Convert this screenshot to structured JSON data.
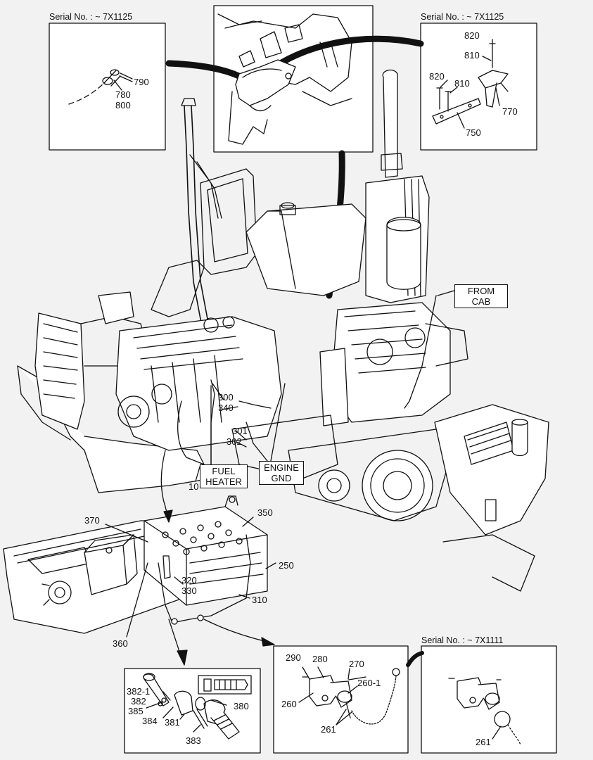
{
  "insets": {
    "top_left": {
      "serial": "Serial No. : ~ 7X1125"
    },
    "top_right": {
      "serial": "Serial No. : ~ 7X1125"
    },
    "bottom_right": {
      "serial": "Serial No. : ~ 7X1111"
    }
  },
  "callouts": {
    "from_cab": "FROM CAB",
    "fuel_heater_1": "FUEL",
    "fuel_heater_2": "HEATER",
    "engine_gnd_1": "ENGINE",
    "engine_gnd_2": "GND"
  },
  "parts": {
    "p790": "790",
    "p780": "780",
    "p800": "800",
    "p820a": "820",
    "p810a": "810",
    "p820b": "820",
    "p810b": "810",
    "p770": "770",
    "p750": "750",
    "p300": "300",
    "p340": "340",
    "p301": "301",
    "p302": "302",
    "p10": "10",
    "p370": "370",
    "p350": "350",
    "p250": "250",
    "p320": "320",
    "p330": "330",
    "p310": "310",
    "p360": "360",
    "p382_1": "382-1",
    "p382": "382",
    "p385": "385",
    "p384": "384",
    "p381": "381",
    "p383": "383",
    "p380": "380",
    "p290": "290",
    "p280": "280",
    "p270": "270",
    "p260_1": "260-1",
    "p260": "260",
    "p261a": "261",
    "p261b": "261"
  }
}
